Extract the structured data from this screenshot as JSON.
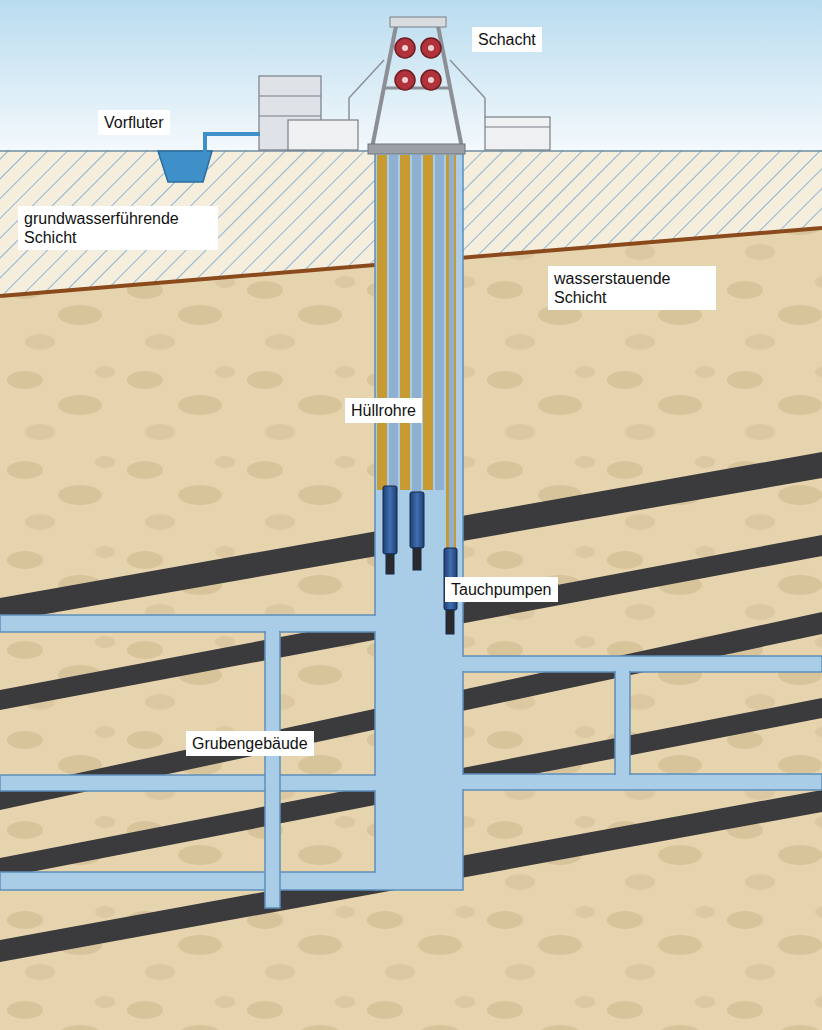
{
  "diagram": {
    "labels": [
      "Schacht",
      "Vorfluter",
      "grundwasserführende Schicht",
      "wasserstauende Schicht",
      "Hüllrohre",
      "Tauchpumpen",
      "Grubengebäude"
    ]
  }
}
